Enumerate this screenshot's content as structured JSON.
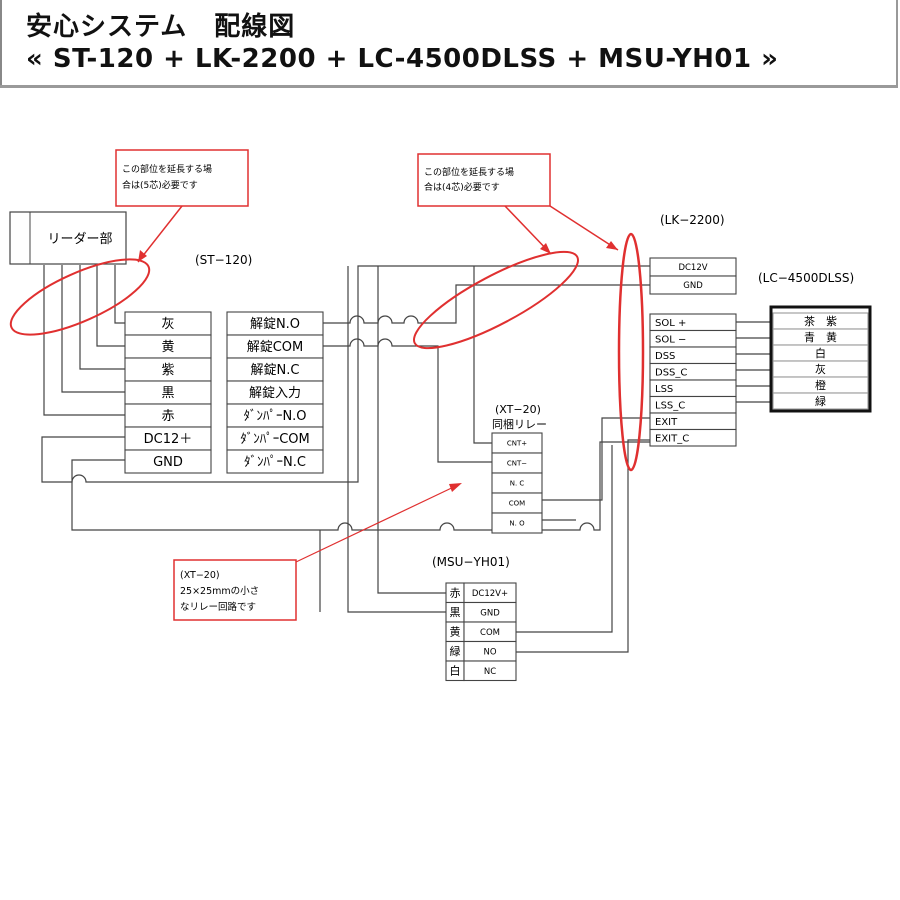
{
  "header": {
    "title": "安心システム　配線図",
    "subtitle": "« ST-120 + LK-2200 + LC-4500DLSS + MSU-YH01 »"
  },
  "reader": {
    "label": "リーダー部"
  },
  "notes": {
    "reader_extension": [
      "この部位を延長する場",
      "合は(5芯)必要です"
    ],
    "lk_extension": [
      "この部位を延長する場",
      "合は(4芯)必要です"
    ],
    "xt20": [
      "(XT−20)",
      "25×25mmの小さ",
      "なリレー回路です"
    ]
  },
  "st120": {
    "title": "(ST−120)",
    "left_terminals": [
      "灰",
      "黄",
      "紫",
      "黒",
      "赤",
      "DC12＋",
      "GND"
    ],
    "right_terminals": [
      "解錠N.O",
      "解錠COM",
      "解錠N.C",
      "解錠入力",
      "ﾀﾞﾝﾊﾟｰN.O",
      "ﾀﾞﾝﾊﾟｰCOM",
      "ﾀﾞﾝﾊﾟｰN.C"
    ]
  },
  "lk2200": {
    "title": "(LK−2200)",
    "power_terminals": [
      "DC12V",
      "GND"
    ],
    "signal_terminals": [
      "SOL +",
      "SOL −",
      "DSS",
      "DSS_C",
      "LSS",
      "LSS_C",
      "EXIT",
      "EXIT_C"
    ]
  },
  "lc4500": {
    "title": "(LC−4500DLSS)",
    "wires": [
      "茶　紫",
      "青　黄",
      "白",
      "灰",
      "橙",
      "緑"
    ]
  },
  "xt20": {
    "title": "(XT−20)",
    "subtitle": "同梱リレー",
    "terminals": [
      "CNT+",
      "CNT−",
      "N. C",
      "COM",
      "N. O"
    ]
  },
  "msu": {
    "title": "(MSU−YH01)",
    "colors": [
      "赤",
      "黒",
      "黄",
      "緑",
      "白"
    ],
    "terminals": [
      "DC12V+",
      "GND",
      "COM",
      "NO",
      "NC"
    ]
  }
}
